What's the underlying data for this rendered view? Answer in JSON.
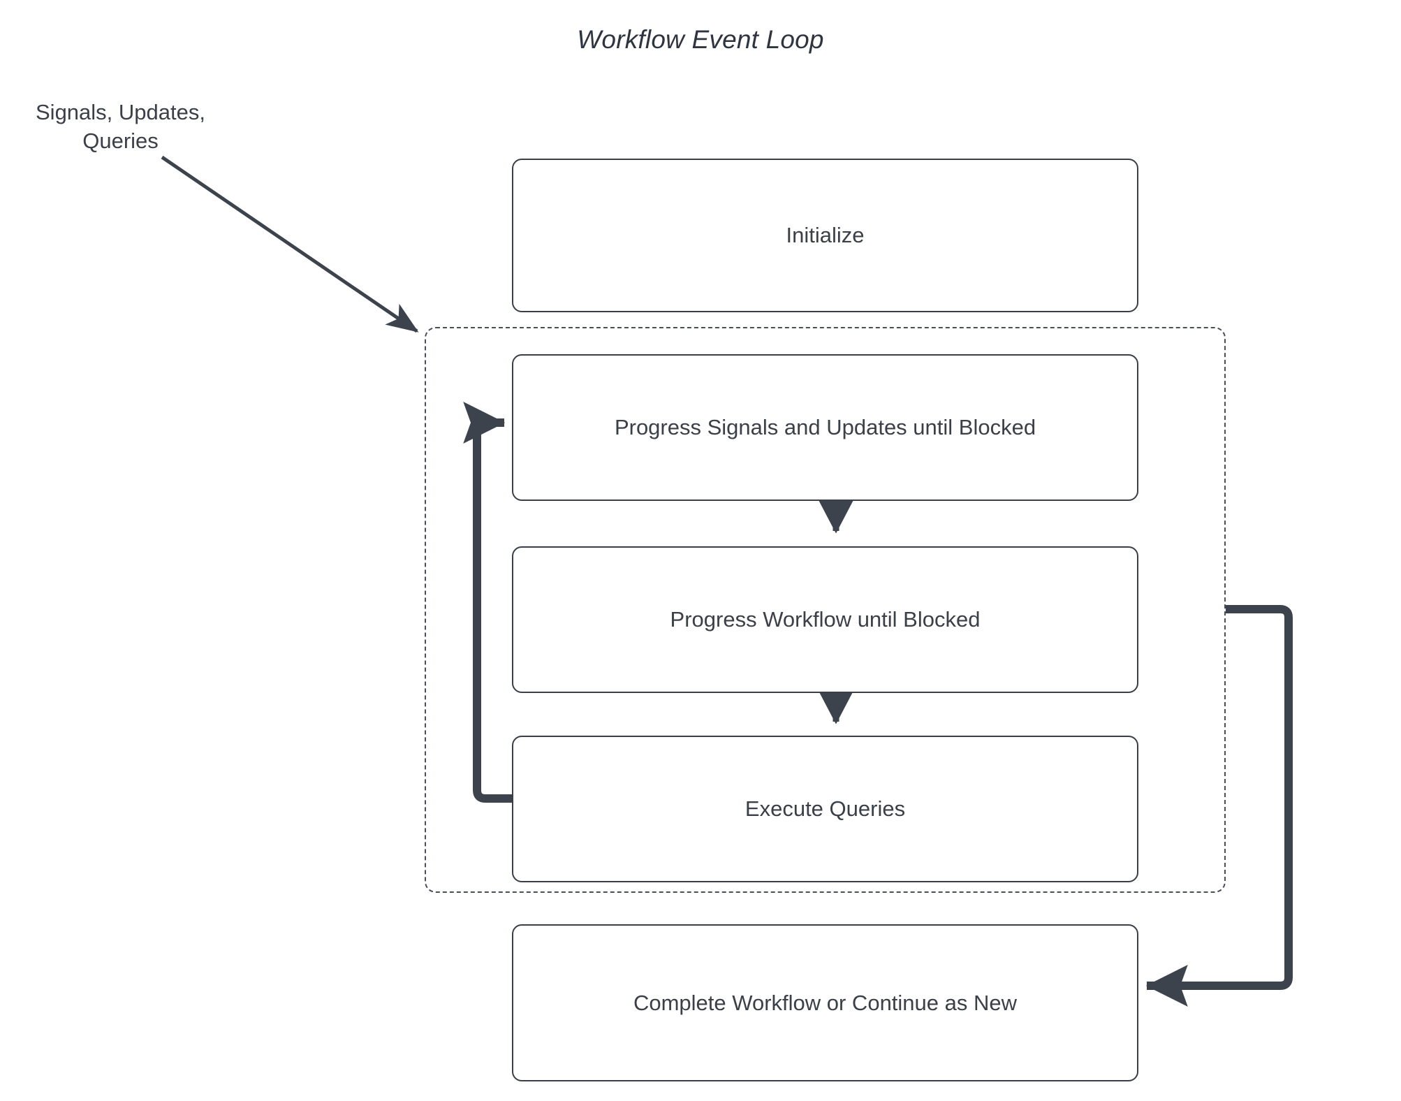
{
  "diagram": {
    "title": "Workflow Event Loop",
    "type": "flowchart",
    "colors": {
      "stroke": "#3a3f47",
      "text": "#3b4048",
      "edge": "#3d434d",
      "background": "#ffffff"
    },
    "external_input": {
      "label_line1": "Signals, Updates,",
      "label_line2": "Queries"
    },
    "nodes": [
      {
        "id": "initialize",
        "label": "Initialize"
      },
      {
        "id": "progress-signals-updates",
        "label": "Progress Signals and Updates until Blocked"
      },
      {
        "id": "progress-workflow",
        "label": "Progress Workflow until Blocked"
      },
      {
        "id": "execute-queries",
        "label": "Execute Queries"
      },
      {
        "id": "complete-workflow",
        "label": "Complete Workflow or Continue as New"
      }
    ],
    "loop_group": {
      "id": "event-loop-group",
      "style": "dashed"
    },
    "edges": [
      {
        "from": "signals-updates-queries",
        "to": "event-loop-group",
        "style": "thin-diagonal-arrow"
      },
      {
        "from": "progress-signals-updates",
        "to": "progress-workflow",
        "style": "thin-vertical-arrow"
      },
      {
        "from": "progress-workflow",
        "to": "execute-queries",
        "style": "thin-vertical-arrow"
      },
      {
        "from": "execute-queries",
        "to": "progress-signals-updates",
        "style": "thick-left-feedback-arrow"
      },
      {
        "from": "event-loop-group",
        "to": "complete-workflow",
        "style": "thick-right-exit-arrow"
      }
    ]
  }
}
